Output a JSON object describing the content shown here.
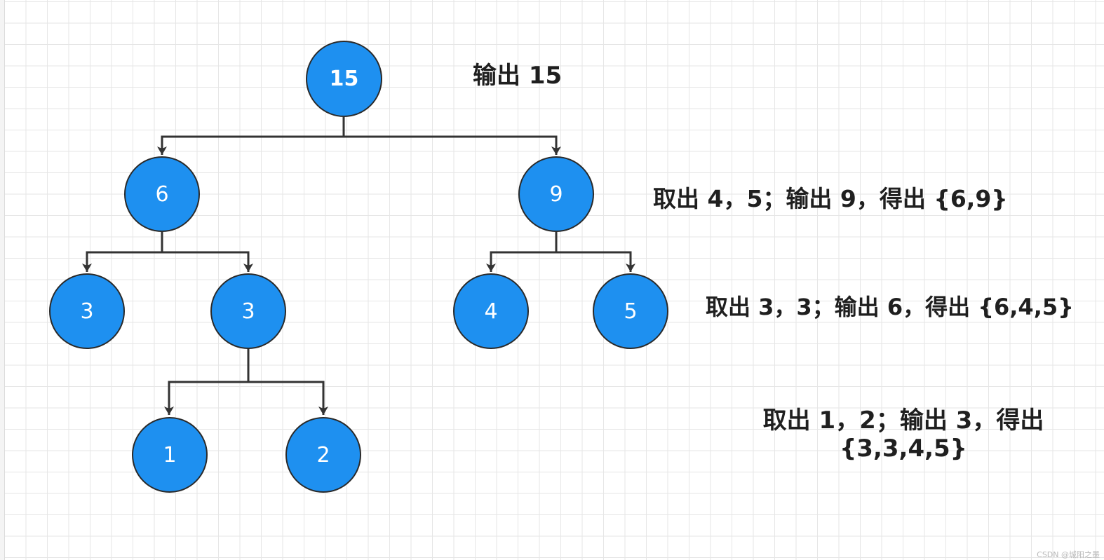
{
  "tree": {
    "root": {
      "value": "15"
    },
    "n6": {
      "value": "6"
    },
    "n9": {
      "value": "9"
    },
    "n3a": {
      "value": "3"
    },
    "n3b": {
      "value": "3"
    },
    "n4": {
      "value": "4"
    },
    "n5": {
      "value": "5"
    },
    "n1": {
      "value": "1"
    },
    "n2": {
      "value": "2"
    }
  },
  "annotations": {
    "line1": "输出 15",
    "line2": "取出 4，5；输出 9，得出 {6,9}",
    "line3": "取出 3，3；输出 6，得出 {6,4,5}",
    "line4a": "取出 1，2；输出 3，得出",
    "line4b": "{3,3,4,5}"
  },
  "watermark": "CSDN @城阳之墨",
  "colors": {
    "node_fill": "#1e90f0",
    "node_border": "#2a2a2a",
    "edge": "#333333",
    "grid": "#e6e6e6"
  }
}
